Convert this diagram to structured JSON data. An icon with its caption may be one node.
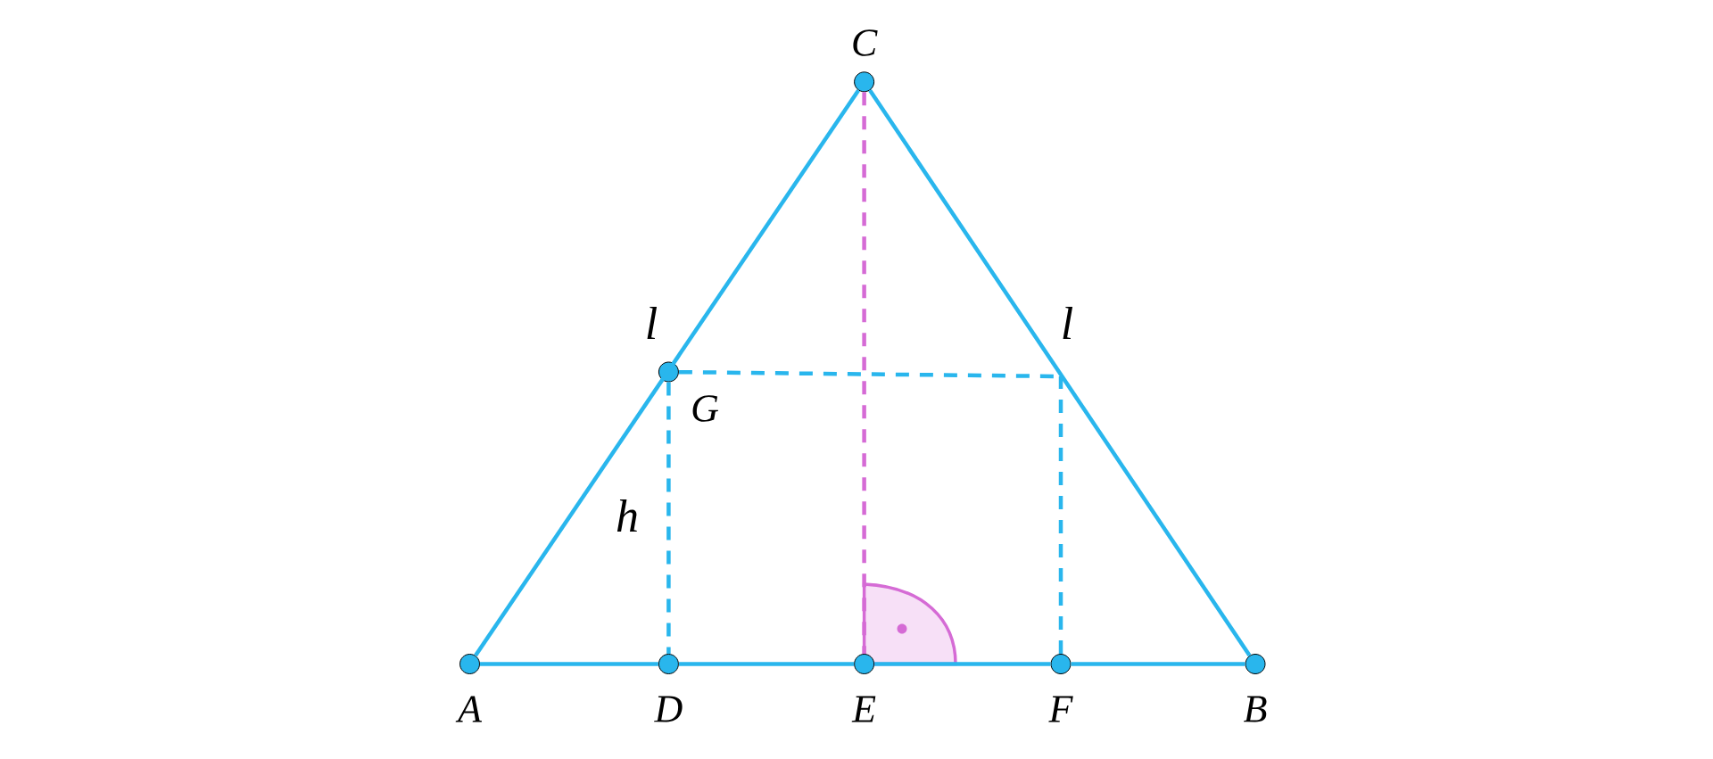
{
  "diagram": {
    "nodes": [
      {
        "text": [],
        "shape": "circle",
        "beside": [
          "C"
        ]
      },
      {
        "text": [],
        "shape": "circle",
        "beside": [
          "G"
        ]
      },
      {
        "text": [],
        "shape": "circle",
        "beside": [
          "A"
        ]
      },
      {
        "text": [],
        "shape": "circle",
        "beside": [
          "D"
        ]
      },
      {
        "text": [],
        "shape": "circle",
        "beside": [
          "E"
        ]
      },
      {
        "text": [],
        "shape": "circle",
        "beside": [
          "F"
        ]
      },
      {
        "text": [],
        "shape": "circle",
        "beside": [
          "B"
        ]
      }
    ],
    "edges": [
      {
        "from": 2,
        "to": 0,
        "arrow": "none"
      },
      {
        "from": 0,
        "to": 6,
        "arrow": "none"
      },
      {
        "from": 2,
        "to": 3,
        "arrow": "none"
      },
      {
        "from": 3,
        "to": 4,
        "arrow": "none"
      },
      {
        "from": 4,
        "to": 5,
        "arrow": "none"
      },
      {
        "from": 5,
        "to": 6,
        "arrow": "none"
      },
      {
        "from": 1,
        "to": 3,
        "arrow": "none",
        "style": "dashed"
      },
      {
        "from": 1,
        "to": null,
        "arrow": "none",
        "style": "dashed"
      },
      {
        "from": 5,
        "to": null,
        "arrow": "none",
        "style": "dashed"
      },
      {
        "from": 0,
        "to": 4,
        "arrow": "none",
        "style": "dashed",
        "color": "#d56bd5"
      }
    ],
    "labels": [
      "l",
      "l",
      "h"
    ]
  }
}
